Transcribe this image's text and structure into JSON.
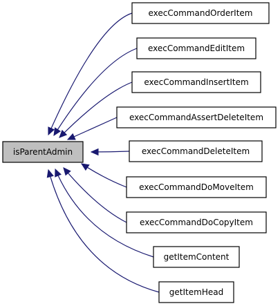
{
  "graph": {
    "root": {
      "label": "isParentAdmin"
    },
    "callers": [
      {
        "label": "execCommandOrderItem"
      },
      {
        "label": "execCommandEditItem"
      },
      {
        "label": "execCommandInsertItem"
      },
      {
        "label": "execCommandAssertDeleteItem"
      },
      {
        "label": "execCommandDeleteItem"
      },
      {
        "label": "execCommandDoMoveItem"
      },
      {
        "label": "execCommandDoCopyItem"
      },
      {
        "label": "getItemContent"
      },
      {
        "label": "getItemHead"
      }
    ],
    "colors": {
      "root_fill": "#bfbfbf",
      "node_fill": "#ffffff",
      "node_border": "#000000",
      "edge": "#191970"
    }
  }
}
